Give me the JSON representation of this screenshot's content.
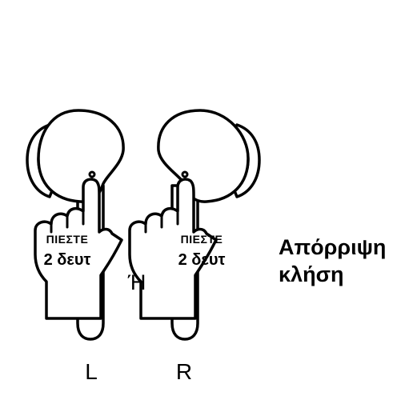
{
  "left_earbud": {
    "hand_line1": "ΠΙΕΣΤΕ",
    "hand_line2": "2 δευτ",
    "side_label": "L"
  },
  "right_earbud": {
    "hand_line1": "ΠΙΕΣΤΕ",
    "hand_line2": "2 δευτ",
    "side_label": "R"
  },
  "or_label": "Ή",
  "caption": {
    "line1": "Απόρριψη",
    "line2": "κλήση"
  }
}
